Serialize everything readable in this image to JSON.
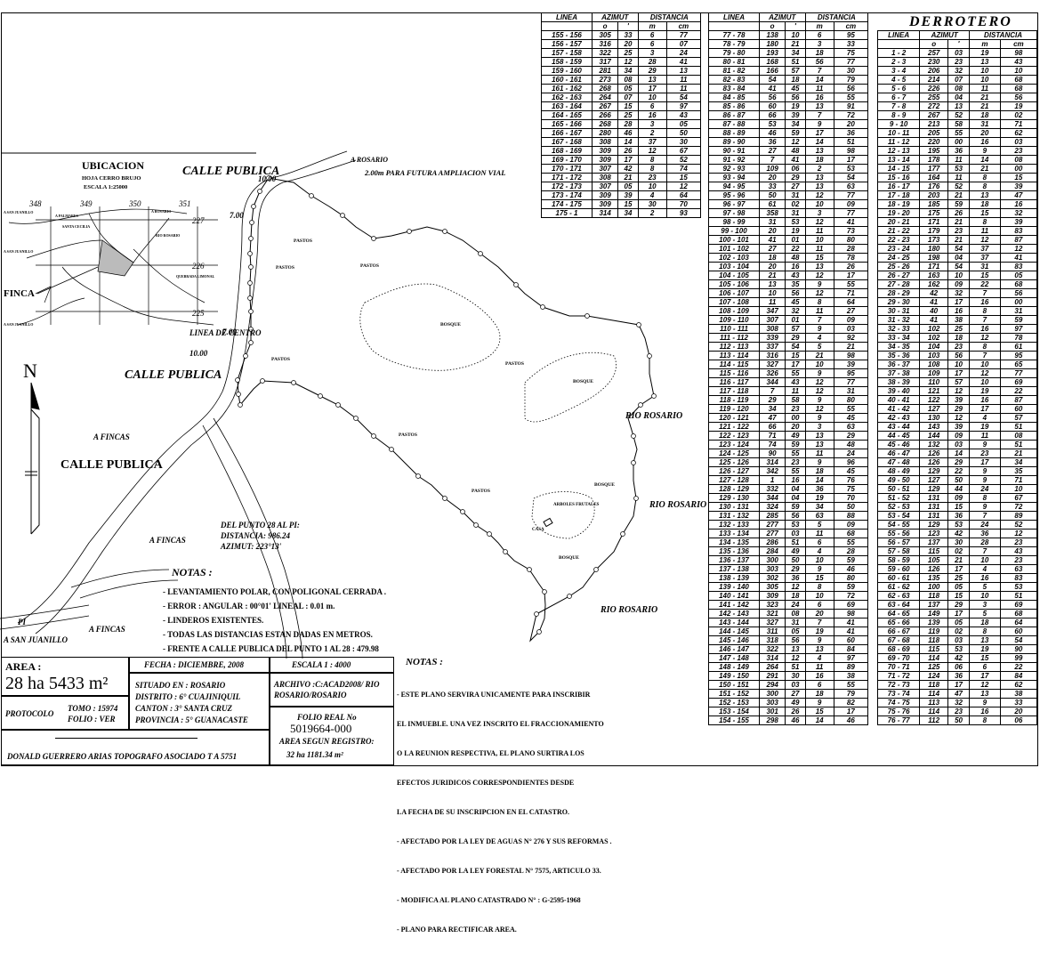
{
  "map": {
    "location_title": "UBICACION",
    "sheet_name": "HOJA CERRO BRUJO",
    "scale_small": "ESCALA  1:25000",
    "finca": "FINCA",
    "grid_x": [
      "348",
      "349",
      "350",
      "351"
    ],
    "grid_y": [
      "227",
      "226",
      "225"
    ],
    "loc_labels": [
      "A SAN JUANILLO",
      "A PALMARES",
      "SANTA CECILIA",
      "A ROSARIO",
      "RIO ROSARIO",
      "A SAN JUANILLO",
      "QUEBRADA LIMONAL",
      "A SAN JUANILLO"
    ],
    "calle_publica": "CALLE PUBLICA",
    "a_rosario": "A ROSARIO",
    "ampliacion": "2.00m PARA FUTURA AMPLIACION VIAL",
    "pastos": "PASTOS",
    "bosque": "BOSQUE",
    "rio_rosario": "RIO ROSARIO",
    "arboles": "ARBOLES FRUTALES",
    "casa": "CASA",
    "linea_centro": "LINEA DE CENTRO",
    "dim_1000": "10.00",
    "dim_700": "7.00",
    "a_fincas": "A FINCAS",
    "pi": "PI",
    "a_san_juanillo": "A SAN JUANILLO",
    "north": "N",
    "del_punto": "DEL PUNTO 28 AL PI:",
    "distancia": "DISTANCIA:  986.24",
    "azimut": "AZIMUT:  223°13'"
  },
  "notes": {
    "title": "NOTAS :",
    "items": [
      "- LEVANTAMIENTO POLAR, CON POLIGONAL CERRADA .",
      "- ERROR  :  ANGULAR :  00°01'   LINEAL :    0.01  m.",
      "- LINDEROS EXISTENTES.",
      "- TODAS LAS DISTANCIAS ESTAN DADAS EN METROS.",
      "- FRENTE A CALLE PUBLICA DEL PUNTO 1 AL 28 : 479.98"
    ]
  },
  "notes2": {
    "title": "NOTAS :",
    "items": [
      "- ESTE PLANO SERVIRA UNICAMENTE PARA INSCRIBIR",
      "  EL INMUEBLE. UNA VEZ INSCRITO EL FRACCIONAMIENTO",
      "  O LA REUNION RESPECTIVA, EL PLANO SURTIRA LOS",
      "  EFECTOS JURIDICOS CORRESPONDIENTES DESDE",
      "  LA FECHA DE SU INSCRIPCION EN EL CATASTRO.",
      "- AFECTADO POR LA LEY DE AGUAS N° 276 Y SUS REFORMAS .",
      "- AFECTADO POR LA LEY FORESTAL N° 7575, ARTICULO 33.",
      "- MODIFICA AL PLANO CATASTRADO N° : G-2595-1968",
      "- PLANO PARA RECTIFICAR AREA."
    ]
  },
  "titleblock": {
    "area_label": "AREA :",
    "area_value": "28  ha  5433 m²",
    "fecha": "FECHA : DICIEMBRE, 2008",
    "escala": "ESCALA 1 : 4000",
    "situado": "SITUADO EN :    ROSARIO",
    "distrito": "DISTRITO :  6° CUAJINIQUIL",
    "canton": "CANTON :    3° SANTA CRUZ",
    "provincia": "PROVINCIA : 5° GUANACASTE",
    "archivo": "ARCHIVO :C:ACAD2008/ RIO ROSARIO/ROSARIO",
    "protocolo": "PROTOCOLO",
    "tomo": "TOMO : 15974",
    "folio": "FOLIO : VER",
    "folio_real_label": "FOLIO REAL No",
    "folio_real": "5019664-000",
    "area_registro_label": "AREA SEGUN REGISTRO:",
    "area_registro": "32  ha  1181.34  m²",
    "surveyor": "DONALD GUERRERO ARIAS TOPOGRAFO ASOCIADO   T  A   5751"
  },
  "derrotero_title": "DERROTERO",
  "table_headers": [
    "LINEA",
    "AZIMUT",
    "DISTANCIA"
  ],
  "table_subheaders": [
    "",
    "o",
    "'",
    "m",
    "cm"
  ],
  "table1": [
    [
      "155 - 156",
      "305",
      "33",
      "6",
      "77"
    ],
    [
      "156 - 157",
      "316",
      "20",
      "6",
      "07"
    ],
    [
      "157 - 158",
      "322",
      "25",
      "3",
      "24"
    ],
    [
      "158 - 159",
      "317",
      "12",
      "28",
      "41"
    ],
    [
      "159 - 160",
      "281",
      "34",
      "29",
      "13"
    ],
    [
      "160 - 161",
      "273",
      "08",
      "13",
      "11"
    ],
    [
      "161 - 162",
      "268",
      "05",
      "17",
      "11"
    ],
    [
      "162 - 163",
      "264",
      "07",
      "10",
      "54"
    ],
    [
      "163 - 164",
      "267",
      "15",
      "6",
      "97"
    ],
    [
      "164 - 165",
      "266",
      "25",
      "16",
      "43"
    ],
    [
      "165 - 166",
      "268",
      "28",
      "3",
      "05"
    ],
    [
      "166 - 167",
      "280",
      "46",
      "2",
      "50"
    ],
    [
      "167 - 168",
      "308",
      "14",
      "37",
      "30"
    ],
    [
      "168 - 169",
      "309",
      "26",
      "12",
      "67"
    ],
    [
      "169 - 170",
      "309",
      "17",
      "8",
      "52"
    ],
    [
      "170 - 171",
      "307",
      "42",
      "8",
      "74"
    ],
    [
      "171 - 172",
      "308",
      "21",
      "23",
      "15"
    ],
    [
      "172 - 173",
      "307",
      "05",
      "10",
      "12"
    ],
    [
      "173 - 174",
      "309",
      "39",
      "4",
      "64"
    ],
    [
      "174 - 175",
      "309",
      "15",
      "30",
      "70"
    ],
    [
      "175 - 1",
      "314",
      "34",
      "2",
      "93"
    ]
  ],
  "table2": [
    [
      "77 - 78",
      "138",
      "10",
      "6",
      "95"
    ],
    [
      "78 - 79",
      "180",
      "21",
      "3",
      "33"
    ],
    [
      "79 - 80",
      "193",
      "34",
      "18",
      "75"
    ],
    [
      "80 - 81",
      "168",
      "51",
      "56",
      "77"
    ],
    [
      "81 - 82",
      "166",
      "57",
      "7",
      "30"
    ],
    [
      "82 - 83",
      "54",
      "18",
      "14",
      "79"
    ],
    [
      "83 - 84",
      "41",
      "45",
      "11",
      "56"
    ],
    [
      "84 - 85",
      "56",
      "56",
      "16",
      "55"
    ],
    [
      "85 - 86",
      "60",
      "19",
      "13",
      "91"
    ],
    [
      "86 - 87",
      "66",
      "39",
      "7",
      "72"
    ],
    [
      "87 - 88",
      "53",
      "34",
      "9",
      "20"
    ],
    [
      "88 - 89",
      "46",
      "59",
      "17",
      "36"
    ],
    [
      "89 - 90",
      "36",
      "12",
      "14",
      "51"
    ],
    [
      "90 - 91",
      "27",
      "48",
      "13",
      "98"
    ],
    [
      "91 - 92",
      "7",
      "41",
      "18",
      "17"
    ],
    [
      "92 - 93",
      "109",
      "06",
      "2",
      "53"
    ],
    [
      "93 - 94",
      "20",
      "29",
      "13",
      "54"
    ],
    [
      "94 - 95",
      "33",
      "27",
      "13",
      "63"
    ],
    [
      "95 - 96",
      "50",
      "31",
      "12",
      "77"
    ],
    [
      "96 - 97",
      "61",
      "02",
      "10",
      "09"
    ],
    [
      "97 - 98",
      "358",
      "31",
      "3",
      "77"
    ],
    [
      "98 - 99",
      "31",
      "53",
      "12",
      "41"
    ],
    [
      "99 - 100",
      "20",
      "19",
      "11",
      "73"
    ],
    [
      "100 - 101",
      "41",
      "01",
      "10",
      "80"
    ],
    [
      "101 - 102",
      "27",
      "22",
      "11",
      "28"
    ],
    [
      "102 - 103",
      "18",
      "48",
      "15",
      "78"
    ],
    [
      "103 - 104",
      "20",
      "16",
      "13",
      "26"
    ],
    [
      "104 - 105",
      "21",
      "43",
      "12",
      "17"
    ],
    [
      "105 - 106",
      "13",
      "35",
      "9",
      "55"
    ],
    [
      "106 - 107",
      "10",
      "56",
      "12",
      "71"
    ],
    [
      "107 - 108",
      "11",
      "45",
      "8",
      "64"
    ],
    [
      "108 - 109",
      "347",
      "32",
      "11",
      "27"
    ],
    [
      "109 - 110",
      "307",
      "01",
      "7",
      "09"
    ],
    [
      "110 - 111",
      "308",
      "57",
      "9",
      "03"
    ],
    [
      "111 - 112",
      "339",
      "29",
      "4",
      "92"
    ],
    [
      "112 - 113",
      "337",
      "54",
      "5",
      "21"
    ],
    [
      "113 - 114",
      "316",
      "15",
      "21",
      "98"
    ],
    [
      "114 - 115",
      "327",
      "17",
      "10",
      "39"
    ],
    [
      "115 - 116",
      "326",
      "55",
      "9",
      "95"
    ],
    [
      "116 - 117",
      "344",
      "43",
      "12",
      "77"
    ],
    [
      "117 - 118",
      "7",
      "11",
      "12",
      "31"
    ],
    [
      "118 - 119",
      "29",
      "58",
      "9",
      "80"
    ],
    [
      "119 - 120",
      "34",
      "23",
      "12",
      "55"
    ],
    [
      "120 - 121",
      "47",
      "00",
      "9",
      "45"
    ],
    [
      "121 - 122",
      "66",
      "20",
      "3",
      "63"
    ],
    [
      "122 - 123",
      "71",
      "49",
      "13",
      "29"
    ],
    [
      "123 - 124",
      "74",
      "59",
      "13",
      "48"
    ],
    [
      "124 - 125",
      "90",
      "55",
      "11",
      "24"
    ],
    [
      "125 - 126",
      "314",
      "23",
      "9",
      "96"
    ],
    [
      "126 - 127",
      "342",
      "55",
      "18",
      "45"
    ],
    [
      "127 - 128",
      "1",
      "16",
      "14",
      "76"
    ],
    [
      "128 - 129",
      "332",
      "04",
      "36",
      "75"
    ],
    [
      "129 - 130",
      "344",
      "04",
      "19",
      "70"
    ],
    [
      "130 - 131",
      "324",
      "59",
      "34",
      "50"
    ],
    [
      "131 - 132",
      "285",
      "56",
      "63",
      "88"
    ],
    [
      "132 - 133",
      "277",
      "53",
      "5",
      "09"
    ],
    [
      "133 - 134",
      "277",
      "03",
      "11",
      "68"
    ],
    [
      "134 - 135",
      "286",
      "51",
      "6",
      "55"
    ],
    [
      "135 - 136",
      "284",
      "49",
      "4",
      "28"
    ],
    [
      "136 - 137",
      "300",
      "50",
      "10",
      "59"
    ],
    [
      "137 - 138",
      "303",
      "29",
      "9",
      "46"
    ],
    [
      "138 - 139",
      "302",
      "36",
      "15",
      "80"
    ],
    [
      "139 - 140",
      "305",
      "12",
      "8",
      "59"
    ],
    [
      "140 - 141",
      "309",
      "18",
      "10",
      "72"
    ],
    [
      "141 - 142",
      "323",
      "24",
      "6",
      "69"
    ],
    [
      "142 - 143",
      "321",
      "08",
      "20",
      "98"
    ],
    [
      "143 - 144",
      "327",
      "31",
      "7",
      "41"
    ],
    [
      "144 - 145",
      "311",
      "05",
      "19",
      "41"
    ],
    [
      "145 - 146",
      "318",
      "56",
      "9",
      "60"
    ],
    [
      "146 - 147",
      "322",
      "13",
      "13",
      "84"
    ],
    [
      "147 - 148",
      "314",
      "12",
      "4",
      "97"
    ],
    [
      "148 - 149",
      "264",
      "51",
      "11",
      "89"
    ],
    [
      "149 - 150",
      "291",
      "30",
      "16",
      "38"
    ],
    [
      "150 - 151",
      "294",
      "03",
      "6",
      "55"
    ],
    [
      "151 - 152",
      "300",
      "27",
      "18",
      "79"
    ],
    [
      "152 - 153",
      "303",
      "49",
      "9",
      "82"
    ],
    [
      "153 - 154",
      "301",
      "26",
      "15",
      "17"
    ],
    [
      "154 - 155",
      "298",
      "46",
      "14",
      "46"
    ]
  ],
  "table3": [
    [
      "1 - 2",
      "257",
      "03",
      "19",
      "98"
    ],
    [
      "2 - 3",
      "230",
      "23",
      "13",
      "43"
    ],
    [
      "3 - 4",
      "206",
      "32",
      "10",
      "10"
    ],
    [
      "4 - 5",
      "214",
      "07",
      "10",
      "68"
    ],
    [
      "5 - 6",
      "226",
      "08",
      "11",
      "68"
    ],
    [
      "6 - 7",
      "255",
      "04",
      "21",
      "56"
    ],
    [
      "7 - 8",
      "272",
      "13",
      "21",
      "19"
    ],
    [
      "8 - 9",
      "267",
      "52",
      "18",
      "02"
    ],
    [
      "9 - 10",
      "213",
      "58",
      "31",
      "71"
    ],
    [
      "10 - 11",
      "205",
      "55",
      "20",
      "62"
    ],
    [
      "11 - 12",
      "220",
      "00",
      "16",
      "03"
    ],
    [
      "12 - 13",
      "195",
      "36",
      "9",
      "23"
    ],
    [
      "13 - 14",
      "178",
      "11",
      "14",
      "08"
    ],
    [
      "14 - 15",
      "177",
      "53",
      "21",
      "00"
    ],
    [
      "15 - 16",
      "164",
      "11",
      "8",
      "15"
    ],
    [
      "16 - 17",
      "176",
      "52",
      "8",
      "39"
    ],
    [
      "17 - 18",
      "203",
      "21",
      "13",
      "47"
    ],
    [
      "18 - 19",
      "185",
      "59",
      "18",
      "16"
    ],
    [
      "19 - 20",
      "175",
      "26",
      "15",
      "32"
    ],
    [
      "20 - 21",
      "171",
      "21",
      "8",
      "39"
    ],
    [
      "21 - 22",
      "179",
      "23",
      "11",
      "83"
    ],
    [
      "22 - 23",
      "173",
      "21",
      "12",
      "87"
    ],
    [
      "23 - 24",
      "180",
      "54",
      "37",
      "12"
    ],
    [
      "24 - 25",
      "198",
      "04",
      "37",
      "41"
    ],
    [
      "25 - 26",
      "171",
      "54",
      "31",
      "83"
    ],
    [
      "26 - 27",
      "163",
      "10",
      "15",
      "05"
    ],
    [
      "27 - 28",
      "162",
      "09",
      "22",
      "68"
    ],
    [
      "28 - 29",
      "42",
      "32",
      "7",
      "56"
    ],
    [
      "29 - 30",
      "41",
      "17",
      "16",
      "00"
    ],
    [
      "30 - 31",
      "40",
      "16",
      "8",
      "31"
    ],
    [
      "31 - 32",
      "41",
      "38",
      "7",
      "59"
    ],
    [
      "32 - 33",
      "102",
      "25",
      "16",
      "97"
    ],
    [
      "33 - 34",
      "102",
      "18",
      "12",
      "78"
    ],
    [
      "34 - 35",
      "104",
      "23",
      "8",
      "61"
    ],
    [
      "35 - 36",
      "103",
      "56",
      "7",
      "95"
    ],
    [
      "36 - 37",
      "108",
      "10",
      "10",
      "65"
    ],
    [
      "37 - 38",
      "109",
      "17",
      "12",
      "77"
    ],
    [
      "38 - 39",
      "110",
      "57",
      "10",
      "69"
    ],
    [
      "39 - 40",
      "121",
      "12",
      "19",
      "22"
    ],
    [
      "40 - 41",
      "122",
      "39",
      "16",
      "87"
    ],
    [
      "41 - 42",
      "127",
      "29",
      "17",
      "60"
    ],
    [
      "42 - 43",
      "130",
      "12",
      "4",
      "57"
    ],
    [
      "43 - 44",
      "143",
      "39",
      "19",
      "51"
    ],
    [
      "44 - 45",
      "144",
      "09",
      "11",
      "08"
    ],
    [
      "45 - 46",
      "132",
      "03",
      "9",
      "51"
    ],
    [
      "46 - 47",
      "126",
      "14",
      "23",
      "21"
    ],
    [
      "47 - 48",
      "126",
      "29",
      "17",
      "34"
    ],
    [
      "48 - 49",
      "129",
      "22",
      "9",
      "35"
    ],
    [
      "49 - 50",
      "127",
      "50",
      "9",
      "71"
    ],
    [
      "50 - 51",
      "129",
      "44",
      "24",
      "10"
    ],
    [
      "51 - 52",
      "131",
      "09",
      "8",
      "67"
    ],
    [
      "52 - 53",
      "131",
      "15",
      "9",
      "72"
    ],
    [
      "53 - 54",
      "131",
      "36",
      "7",
      "89"
    ],
    [
      "54 - 55",
      "129",
      "53",
      "24",
      "52"
    ],
    [
      "55 - 56",
      "123",
      "42",
      "36",
      "12"
    ],
    [
      "56 - 57",
      "137",
      "30",
      "28",
      "23"
    ],
    [
      "57 - 58",
      "115",
      "02",
      "7",
      "43"
    ],
    [
      "58 - 59",
      "105",
      "21",
      "10",
      "23"
    ],
    [
      "59 - 60",
      "126",
      "17",
      "4",
      "63"
    ],
    [
      "60 - 61",
      "135",
      "25",
      "16",
      "83"
    ],
    [
      "61 - 62",
      "100",
      "05",
      "5",
      "53"
    ],
    [
      "62 - 63",
      "118",
      "15",
      "10",
      "51"
    ],
    [
      "63 - 64",
      "137",
      "29",
      "3",
      "69"
    ],
    [
      "64 - 65",
      "149",
      "17",
      "5",
      "68"
    ],
    [
      "65 - 66",
      "139",
      "05",
      "18",
      "64"
    ],
    [
      "66 - 67",
      "119",
      "02",
      "8",
      "60"
    ],
    [
      "67 - 68",
      "118",
      "03",
      "13",
      "54"
    ],
    [
      "68 - 69",
      "115",
      "53",
      "19",
      "90"
    ],
    [
      "69 - 70",
      "114",
      "42",
      "15",
      "99"
    ],
    [
      "70 - 71",
      "125",
      "06",
      "6",
      "22"
    ],
    [
      "71 - 72",
      "124",
      "36",
      "17",
      "84"
    ],
    [
      "72 - 73",
      "118",
      "17",
      "12",
      "62"
    ],
    [
      "73 - 74",
      "114",
      "47",
      "13",
      "38"
    ],
    [
      "74 - 75",
      "113",
      "32",
      "9",
      "33"
    ],
    [
      "75 - 76",
      "114",
      "23",
      "16",
      "20"
    ],
    [
      "76 - 77",
      "112",
      "50",
      "8",
      "06"
    ]
  ]
}
